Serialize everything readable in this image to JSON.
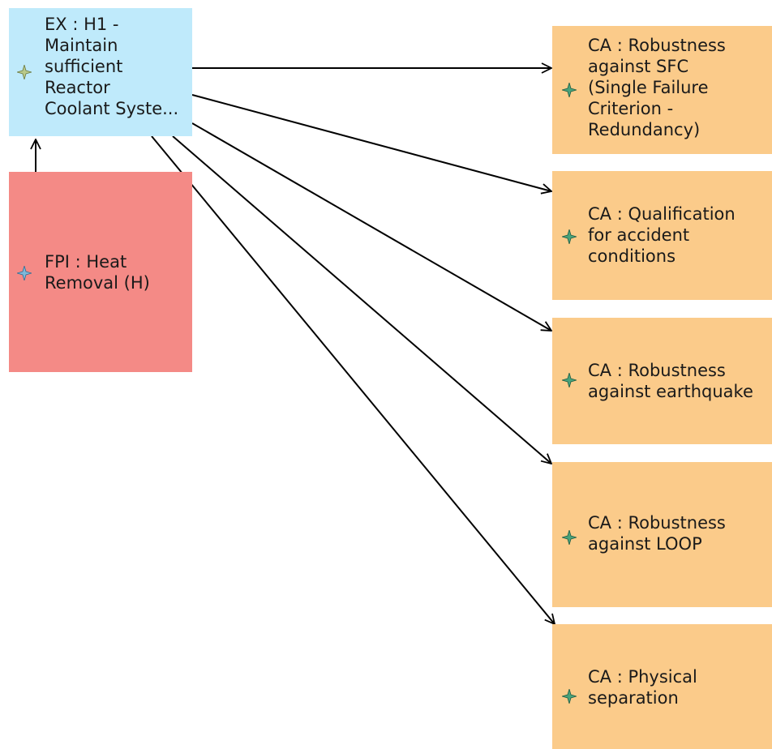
{
  "nodes": {
    "ex_h1": {
      "label": "EX : H1 -\nMaintain\nsufficient\nReactor\nCoolant Syste...",
      "fill": "#bfeafb",
      "icon": "diamond-star-icon"
    },
    "fpi_heat": {
      "label": "FPI  : Heat\nRemoval (H)",
      "fill": "#f48a86",
      "icon": "diamond-star-icon"
    },
    "ca_sfc": {
      "label": "CA : Robustness\nagainst SFC\n(Single Failure\nCriterion -\nRedundancy)",
      "fill": "#fbcb8a",
      "icon": "diamond-star-icon"
    },
    "ca_qual": {
      "label": "CA : Qualification\nfor accident\nconditions",
      "fill": "#fbcb8a",
      "icon": "diamond-star-icon"
    },
    "ca_eq": {
      "label": "CA : Robustness\nagainst earthquake",
      "fill": "#fbcb8a",
      "icon": "diamond-star-icon"
    },
    "ca_loop": {
      "label": "CA : Robustness\nagainst LOOP",
      "fill": "#fbcb8a",
      "icon": "diamond-star-icon"
    },
    "ca_phys": {
      "label": "CA : Physical\nseparation",
      "fill": "#fbcb8a",
      "icon": "diamond-star-icon"
    }
  },
  "edges": [
    {
      "from": "fpi_heat",
      "to": "ex_h1"
    },
    {
      "from": "ex_h1",
      "to": "ca_sfc"
    },
    {
      "from": "ex_h1",
      "to": "ca_qual"
    },
    {
      "from": "ex_h1",
      "to": "ca_eq"
    },
    {
      "from": "ex_h1",
      "to": "ca_loop"
    },
    {
      "from": "ex_h1",
      "to": "ca_phys"
    }
  ],
  "colors": {
    "edge": "#000000",
    "icon_fill": "#4aa37a",
    "icon_stroke": "#1f5e46"
  }
}
